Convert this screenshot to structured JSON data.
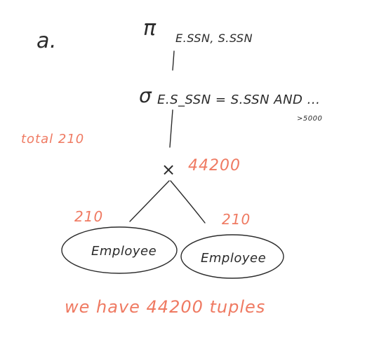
{
  "part_label": "a.",
  "projection": {
    "symbol": "π",
    "attributes": "E.SSN, S.SSN"
  },
  "selection": {
    "symbol": "σ",
    "condition": "E.S_SSN = S.SSN AND ...",
    "note": ">5000"
  },
  "cross_product": {
    "symbol": "×",
    "tuple_count": "44200"
  },
  "total_label": "total 210",
  "relations": [
    {
      "name": "Employee",
      "tuple_count": "210"
    },
    {
      "name": "Employee",
      "tuple_count": "210"
    }
  ],
  "conclusion": "we have 44200 tuples",
  "colors": {
    "ink": "#2b2b2b",
    "annotation": "#ef7a62"
  }
}
